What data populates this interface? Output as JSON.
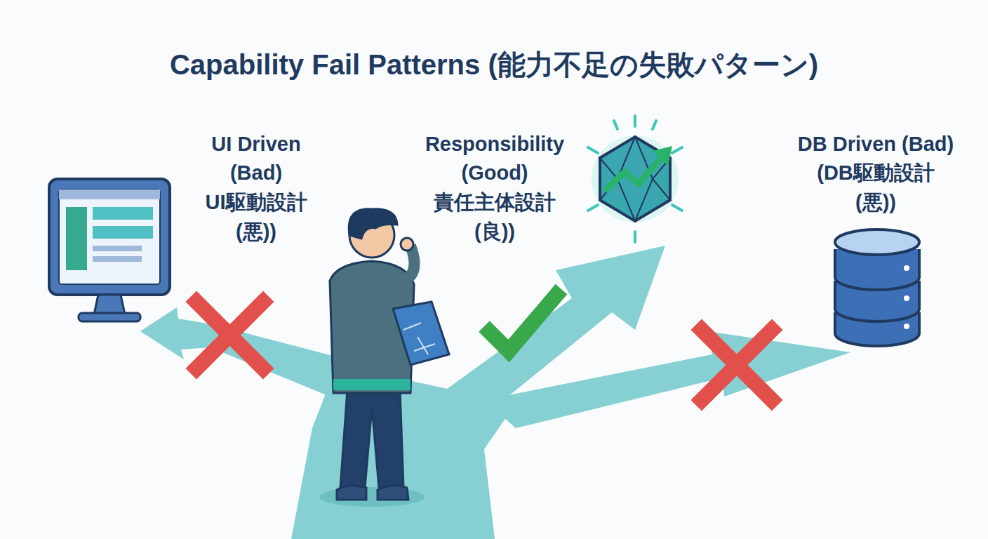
{
  "diagram": {
    "title": "Capability Fail Patterns (能力不足の失敗パターン)",
    "labels": [
      "UI Driven",
      "(Bad)",
      "UI駆動設計",
      "(悪))",
      "Responsibility",
      "(Good)",
      "責任主体設計",
      "(良))",
      "DB Driven (Bad)",
      "(DB駆動設計",
      "(悪))"
    ]
  }
}
